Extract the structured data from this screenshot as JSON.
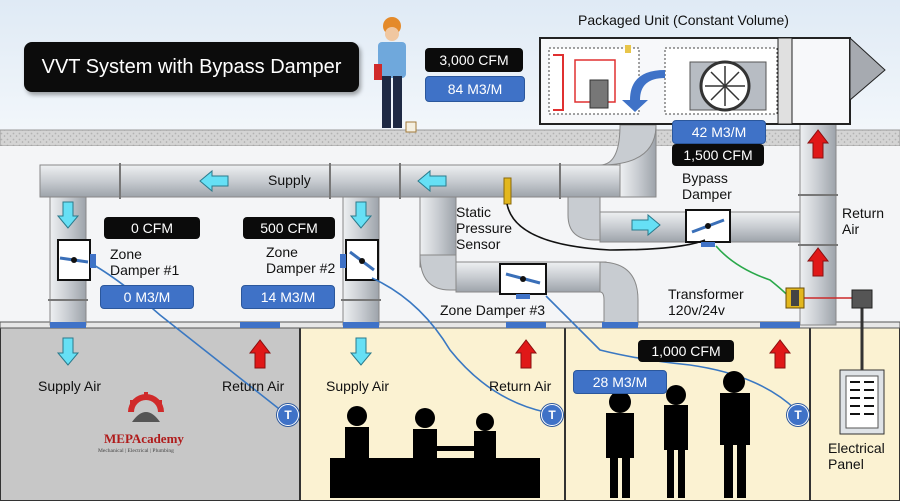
{
  "title": "VVT System with Bypass Damper",
  "packaged_unit_label": "Packaged Unit (Constant Volume)",
  "rooftop": {
    "cfm": "3,000 CFM",
    "m3": "84 M3/M"
  },
  "unit_outlet": {
    "m3": "42 M3/M",
    "cfm": "1,500 CFM"
  },
  "supply_label": "Supply",
  "bypass_label": "Bypass\nDamper",
  "return_air_label": "Return\nAir",
  "static_sensor_label": "Static\nPressure\nSensor",
  "transformer_label": "Transformer\n120v/24v",
  "zones": [
    {
      "damper_label": "Zone\nDamper #1",
      "cfm": "0 CFM",
      "m3": "0 M3/M",
      "supply": "Supply Air",
      "return": "Return Air",
      "thermostat": "T"
    },
    {
      "damper_label": "Zone\nDamper #2",
      "cfm": "500 CFM",
      "m3": "14 M3/M",
      "supply": "Supply Air",
      "return": "Return Air",
      "thermostat": "T"
    },
    {
      "damper_label": "Zone Damper #3",
      "cfm": "1,000 CFM",
      "m3": "28 M3/M",
      "thermostat": "T"
    }
  ],
  "electrical_panel_label": "Electrical\nPanel",
  "logo": {
    "name": "MEPAcademy",
    "tagline": "Mechanical | Electrical | Plumbing"
  },
  "colors": {
    "duct": "#c9ccd1",
    "arrow_cyan": "#66e0f5",
    "arrow_red": "#e01818",
    "badge_blue": "#3f72c7",
    "wire_blue": "#3a78c2",
    "wire_green": "#2aa84a"
  }
}
